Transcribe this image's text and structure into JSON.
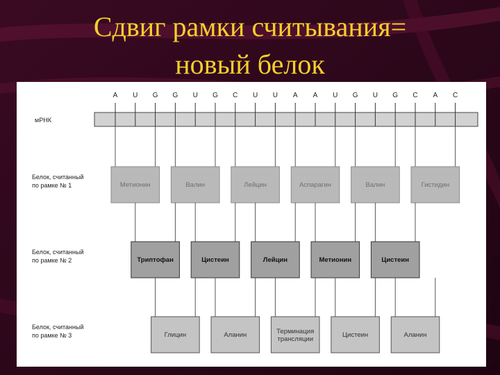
{
  "title": {
    "line1": "Сдвиг рамки считывания=",
    "line2": "новый белок"
  },
  "diagram": {
    "nucleotides": [
      "A",
      "U",
      "G",
      "G",
      "U",
      "G",
      "C",
      "U",
      "U",
      "A",
      "A",
      "U",
      "G",
      "U",
      "G",
      "C",
      "A",
      "C"
    ],
    "mrna_label": "мРНК",
    "frames": [
      {
        "label_line1": "Белок, считанный",
        "label_line2": "по рамке № 1",
        "codons": [
          "Метионин",
          "Валин",
          "Лейцин",
          "Аспарагин",
          "Валин",
          "Гистидин"
        ],
        "style": "faded"
      },
      {
        "label_line1": "Белок, считанный",
        "label_line2": "по рамке № 2",
        "codons": [
          "Триптофан",
          "Цистеин",
          "Лейцин",
          "Метионин",
          "Цистеин"
        ],
        "style": "dark"
      },
      {
        "label_line1": "Белок, считанный",
        "label_line2": "по рамке № 3",
        "codons": [
          "Глицин",
          "Аланин",
          "Терминация трансляции",
          "Цистеин",
          "Аланин"
        ],
        "style": "light"
      }
    ]
  }
}
